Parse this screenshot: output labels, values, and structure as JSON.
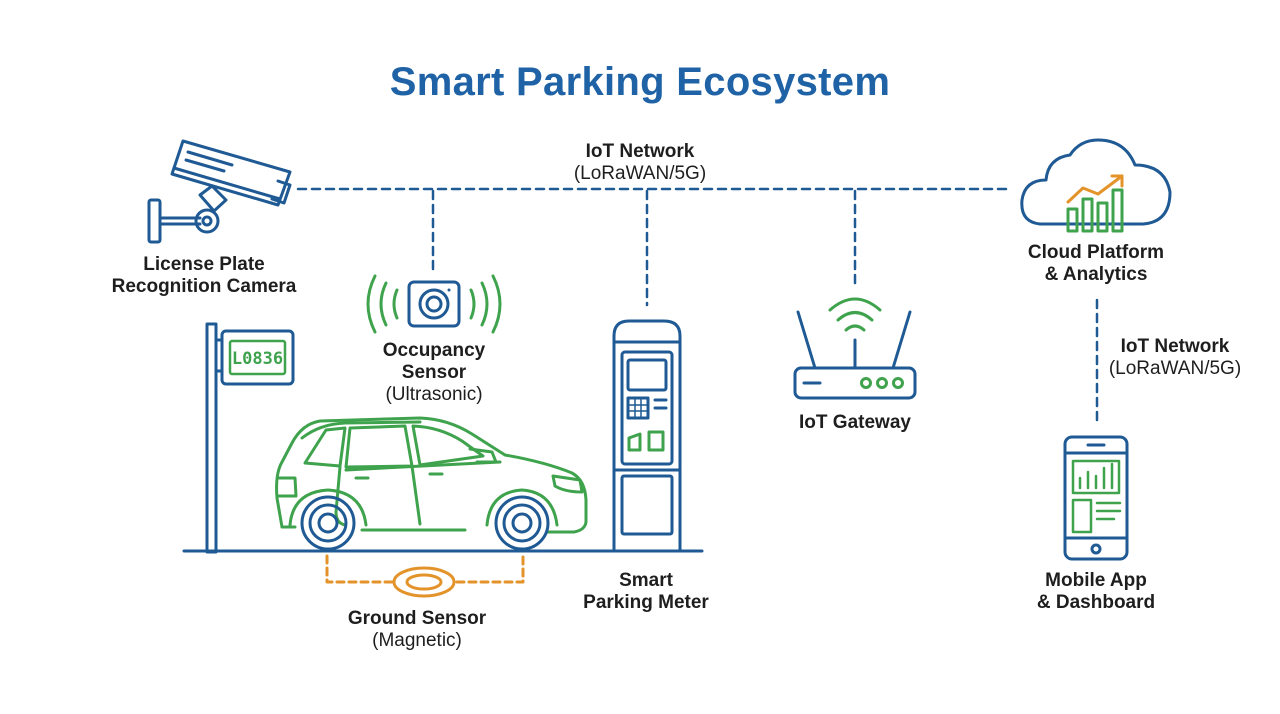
{
  "title": "Smart Parking Ecosystem",
  "colors": {
    "title": "#1f63a6",
    "line_blue": "#1f5a94",
    "line_green": "#3fa34d",
    "line_orange": "#e3932a",
    "text": "#1e1e1e"
  },
  "network_top": {
    "line1": "IoT Network",
    "line2": "(LoRaWAN/5G)"
  },
  "network_right": {
    "line1": "IoT Network",
    "line2": "(LoRaWAN/5G)"
  },
  "camera": {
    "line1": "License Plate",
    "line2": "Recognition Camera",
    "icon": "cctv-camera-icon"
  },
  "occupancy_sensor": {
    "line1": "Occupancy",
    "line2": "Sensor",
    "line3": "(Ultrasonic)",
    "icon": "ultrasonic-sensor-icon"
  },
  "plate_sign": {
    "text": "L0836",
    "icon": "parking-sign-icon"
  },
  "car": {
    "icon": "car-icon"
  },
  "ground_sensor": {
    "line1": "Ground Sensor",
    "line2": "(Magnetic)",
    "icon": "magnetic-sensor-icon"
  },
  "parking_meter": {
    "line1": "Smart",
    "line2": "Parking Meter",
    "icon": "parking-meter-icon"
  },
  "gateway": {
    "line1": "IoT Gateway",
    "icon": "router-icon"
  },
  "cloud": {
    "line1": "Cloud Platform",
    "line2": "& Analytics",
    "icon": "cloud-analytics-icon"
  },
  "mobile": {
    "line1": "Mobile App",
    "line2": "& Dashboard",
    "icon": "smartphone-icon"
  }
}
